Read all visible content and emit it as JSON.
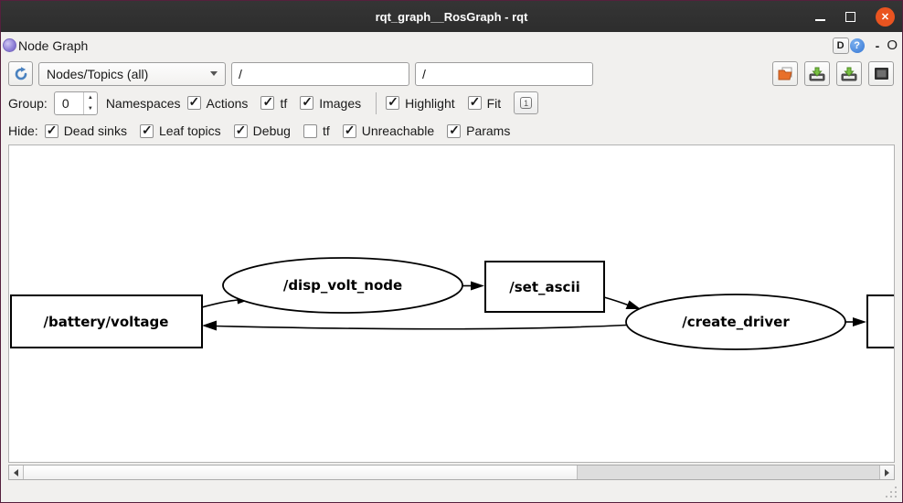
{
  "window": {
    "title": "rqt_graph__RosGraph - rqt",
    "controls": {
      "close_glyph": "✕"
    }
  },
  "plugin": {
    "title": "Node Graph",
    "dock_buttons": {
      "d": "D",
      "help": "?",
      "float": "-",
      "close": "O"
    }
  },
  "toolbar": {
    "graph_type_selected": "Nodes/Topics (all)",
    "filter_field_1": "/",
    "filter_field_2": "/"
  },
  "group_row": {
    "label": "Group:",
    "spin_value": "0",
    "namespaces_label": "Namespaces",
    "actions": {
      "label": "Actions",
      "checked": true
    },
    "tf": {
      "label": "tf",
      "checked": true
    },
    "images": {
      "label": "Images",
      "checked": true
    },
    "highlight": {
      "label": "Highlight",
      "checked": true
    },
    "fit": {
      "label": "Fit",
      "checked": true
    },
    "fit_button_glyph": "1"
  },
  "hide_row": {
    "label": "Hide:",
    "dead_sinks": {
      "label": "Dead sinks",
      "checked": true
    },
    "leaf_topics": {
      "label": "Leaf topics",
      "checked": true
    },
    "debug": {
      "label": "Debug",
      "checked": true
    },
    "tf": {
      "label": "tf",
      "checked": false
    },
    "unreachable": {
      "label": "Unreachable",
      "checked": true
    },
    "params": {
      "label": "Params",
      "checked": true
    }
  },
  "graph": {
    "nodes": [
      {
        "id": "battery_voltage",
        "label": "/battery/voltage",
        "shape": "box",
        "kind": "topic"
      },
      {
        "id": "disp_volt_node",
        "label": "/disp_volt_node",
        "shape": "ellipse",
        "kind": "node"
      },
      {
        "id": "set_ascii",
        "label": "/set_ascii",
        "shape": "box",
        "kind": "topic"
      },
      {
        "id": "create_driver",
        "label": "/create_driver",
        "shape": "ellipse",
        "kind": "node"
      },
      {
        "id": "clipped_topic",
        "label": "",
        "shape": "box",
        "kind": "topic"
      }
    ],
    "edges": [
      {
        "from": "/battery/voltage",
        "to": "/disp_volt_node"
      },
      {
        "from": "/disp_volt_node",
        "to": "/set_ascii"
      },
      {
        "from": "/set_ascii",
        "to": "/create_driver"
      },
      {
        "from": "/create_driver",
        "to": "/battery/voltage"
      },
      {
        "from": "/create_driver",
        "to": "clipped_topic"
      }
    ]
  }
}
